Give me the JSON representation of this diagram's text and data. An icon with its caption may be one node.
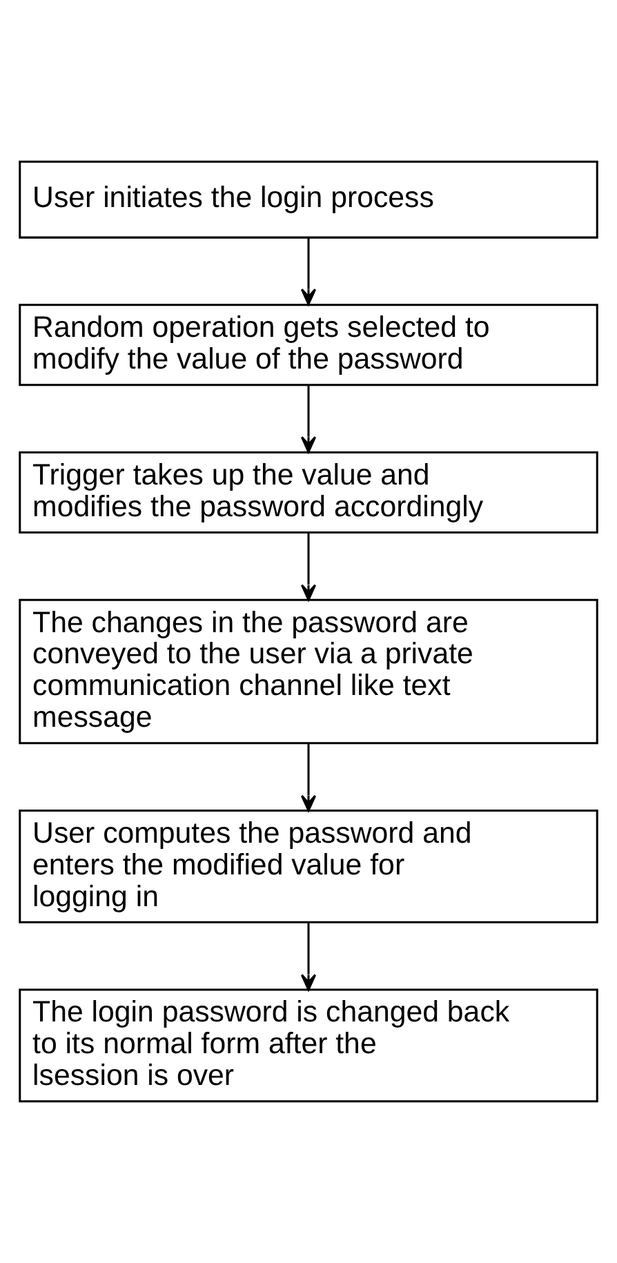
{
  "diagram": {
    "nodes": [
      {
        "text": [
          "User initiates the login process"
        ]
      },
      {
        "text": [
          "Random operation gets selected to modify the value of the password"
        ]
      },
      {
        "text": [
          "Trigger takes up the value and modifies the password accordingly"
        ]
      },
      {
        "text": [
          "The changes in the password are conveyed to the user via a private communication channel like text message"
        ]
      },
      {
        "text": [
          "User computes the password and enters the modified value for logging in"
        ]
      },
      {
        "text": [
          "The login password is changed back to its normal form after the lsession is over"
        ]
      }
    ],
    "edges": [
      {
        "from": 0,
        "to": 1,
        "arrow": "to"
      },
      {
        "from": 1,
        "to": 2,
        "arrow": "to"
      },
      {
        "from": 2,
        "to": 3,
        "arrow": "to"
      },
      {
        "from": 3,
        "to": 4,
        "arrow": "to"
      },
      {
        "from": 4,
        "to": 5,
        "arrow": "to"
      }
    ]
  }
}
